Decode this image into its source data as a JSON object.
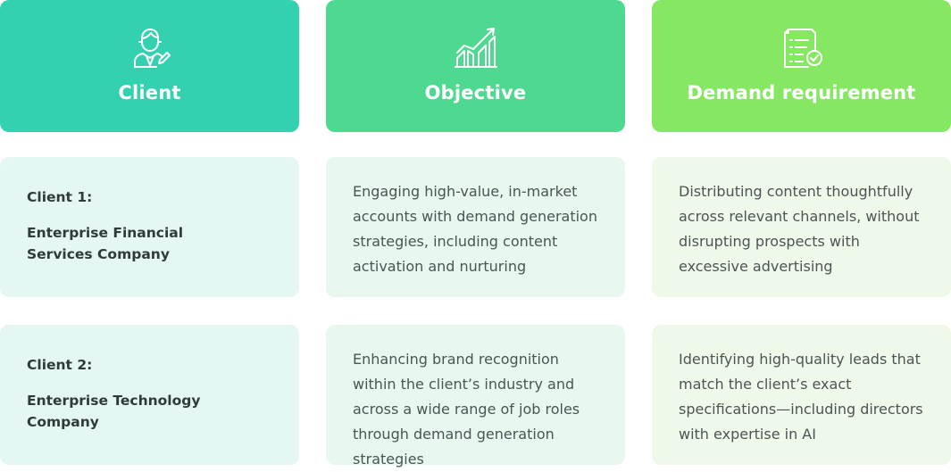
{
  "headers": [
    {
      "title": "Client",
      "icon": "client-person-icon",
      "color": "#33d1b0"
    },
    {
      "title": "Objective",
      "icon": "growth-chart-icon",
      "color": "#4fd990"
    },
    {
      "title": "Demand requirement",
      "icon": "checklist-document-icon",
      "color": "#86e763"
    }
  ],
  "rows": [
    {
      "client_label": "Client 1:",
      "client_name": "Enterprise Financial Services Company",
      "objective": "Engaging high-value, in-market accounts with demand generation strategies, including content activation and nurturing",
      "requirement": "Distributing content thoughtfully across relevant channels, without disrupting prospects with excessive advertising"
    },
    {
      "client_label": "Client 2:",
      "client_name": "Enterprise Technology Company",
      "objective": "Enhancing brand recognition within the client’s industry and across a wide range of job roles through demand generation strategies",
      "requirement": "Identifying high-quality leads that match the client’s exact specifications—including directors with expertise in AI"
    }
  ]
}
